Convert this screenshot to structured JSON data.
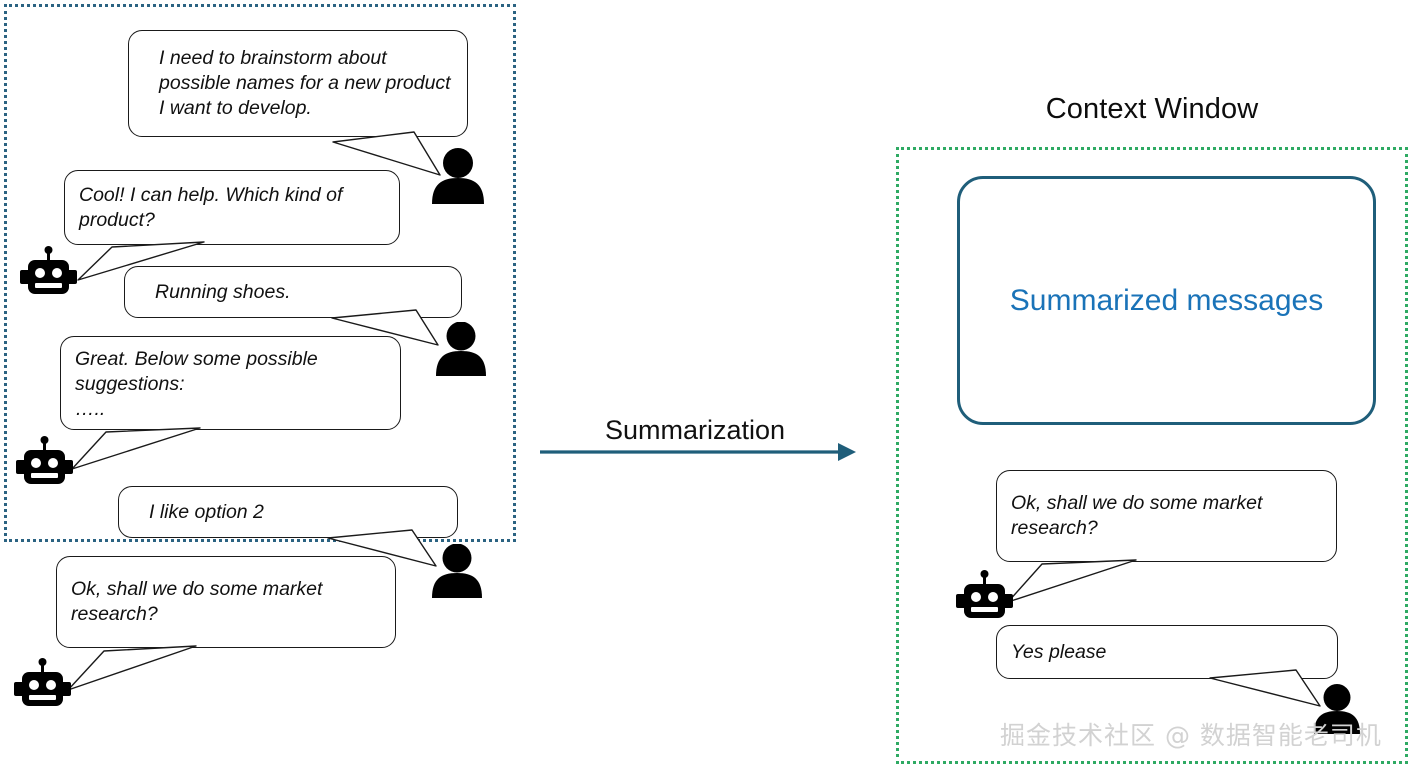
{
  "diagram": {
    "title_right": "Context Window",
    "transition_label": "Summarization",
    "summarized_box_label": "Summarized messages",
    "watermark": "掘金技术社区 @ 数据智能老司机",
    "colors": {
      "left_panel_border": "#2b6382",
      "right_panel_border": "#2eaa63",
      "summary_box_border": "#1f5e7a",
      "summary_text": "#1a73b8",
      "arrow": "#1f5e7a",
      "bubble_stroke": "#1a1a1a",
      "avatar": "#000000",
      "watermark": "#d2d2d2"
    }
  },
  "left_panel": {
    "name": "original-conversation",
    "messages": [
      {
        "speaker": "user",
        "text": "I need to brainstorm about possible names for a new product I want to develop."
      },
      {
        "speaker": "bot",
        "text": "Cool! I can help. Which kind of product?"
      },
      {
        "speaker": "user",
        "text": "Running shoes."
      },
      {
        "speaker": "bot",
        "text": "Great. Below some possible suggestions:\n….."
      },
      {
        "speaker": "user",
        "text": "I like option 2"
      },
      {
        "speaker": "bot",
        "text": "Ok, shall we do some market research?"
      }
    ]
  },
  "right_panel": {
    "name": "context-window",
    "messages": [
      {
        "speaker": "bot",
        "text": "Ok, shall we do some market research?"
      },
      {
        "speaker": "user",
        "text": "Yes please"
      }
    ]
  },
  "icons": {
    "user": "person-icon",
    "bot": "robot-icon"
  }
}
